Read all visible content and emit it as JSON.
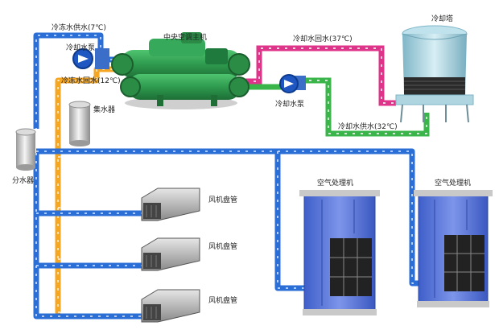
{
  "labels": {
    "chilled_supply": "冷冻水供水(7℃)",
    "cooling_pump_left": "冷却水泵",
    "chilled_return": "冷冻水回水(12℃)",
    "chiller": "中央空调主机",
    "cooling_return": "冷却水回水(37℃)",
    "cooling_tower": "冷却塔",
    "cooling_pump_right": "冷却水泵",
    "cooling_supply": "冷却水供水(32℃)",
    "collector": "集水器",
    "distributor": "分水器",
    "fcu_1": "风机盘管",
    "fcu_2": "风机盘管",
    "fcu_3": "风机盘管",
    "ahu_1": "空气处理机",
    "ahu_2": "空气处理机"
  },
  "colors": {
    "supply_pipe": "#2b6fd6",
    "return_pipe": "#f5a623",
    "cooling_return_pipe": "#e0338a",
    "cooling_supply_pipe": "#39b54a",
    "chiller_body": "#2e9a4e",
    "ahu_body": "#4d6fd8"
  }
}
